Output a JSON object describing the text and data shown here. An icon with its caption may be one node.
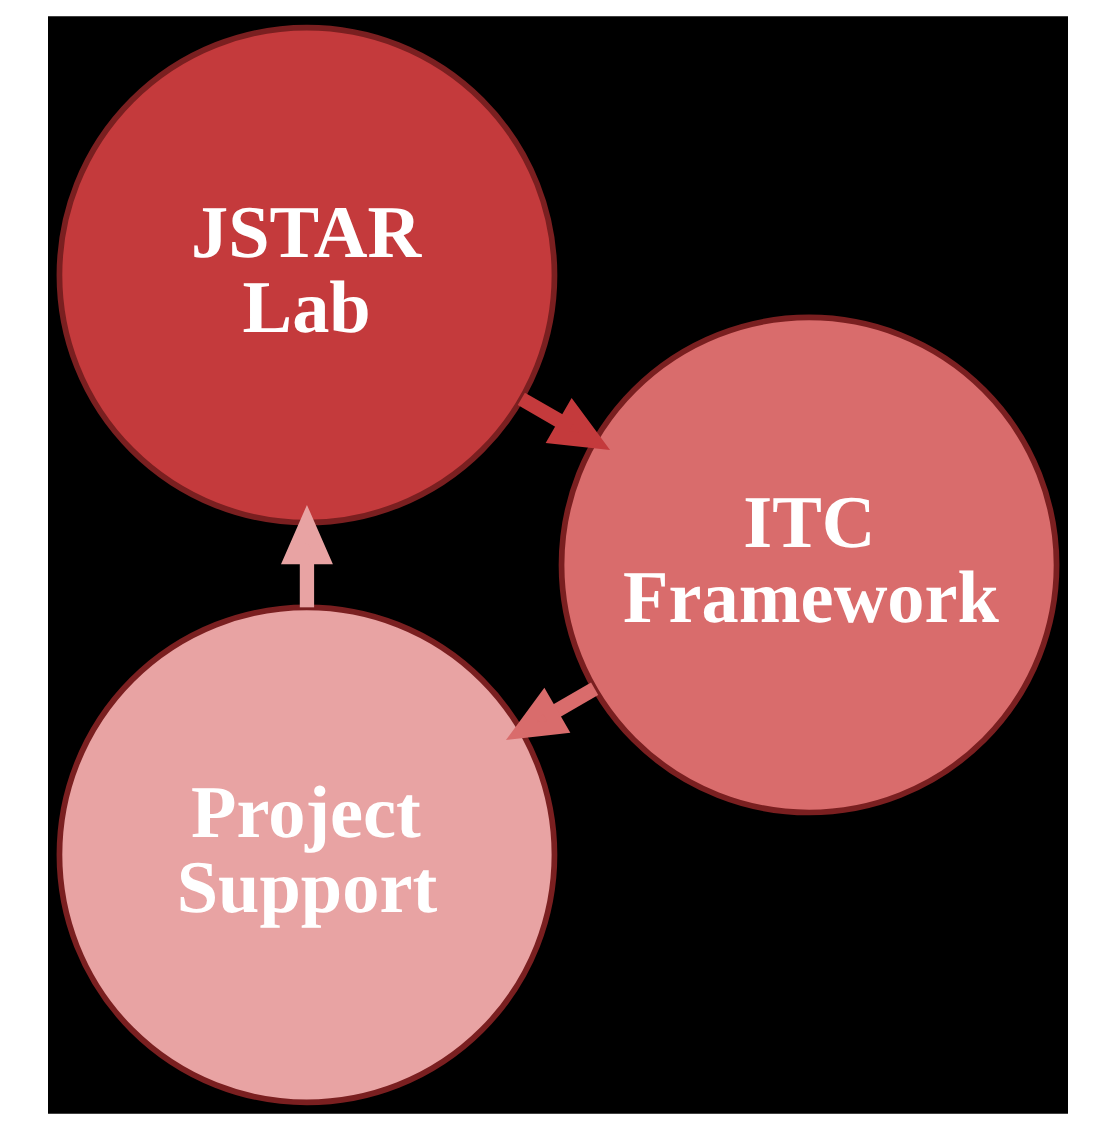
{
  "diagram": {
    "nodes": [
      {
        "text": [
          "Project Support"
        ]
      },
      {
        "text": [
          "JSTAR Lab"
        ]
      },
      {
        "text": [
          "ITC Framework"
        ]
      }
    ],
    "edges": [
      {
        "from": 0,
        "to": 1,
        "arrow": "to",
        "color": "#e8a3a3"
      },
      {
        "from": 1,
        "to": 2,
        "arrow": "to",
        "color": "#c43a3c"
      },
      {
        "from": 2,
        "to": 0,
        "arrow": "to",
        "color": "#d96c6c"
      }
    ]
  }
}
